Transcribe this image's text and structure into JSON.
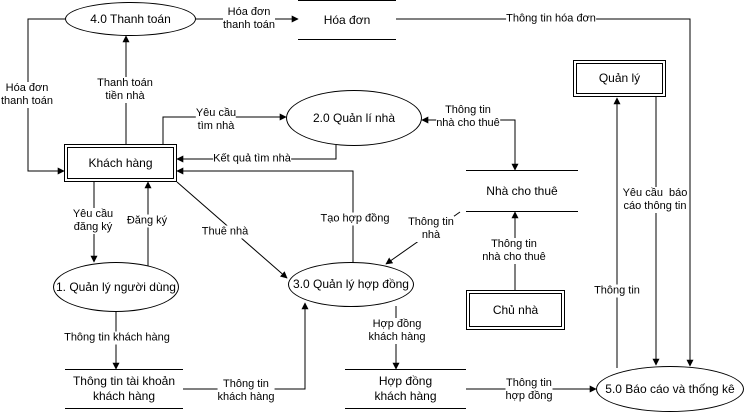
{
  "nodes": {
    "thanh_toan": "4.0 Thanh toán",
    "hoa_don": "Hóa đơn",
    "quan_ly": "Quản lý",
    "quan_li_nha": "2.0 Quản lí nhà",
    "khach_hang": "Khách hàng",
    "nha_cho_thue": "Nhà cho thuê",
    "quan_ly_nguoi_dung": "1. Quản lý người dùng",
    "quan_ly_hop_dong": "3.0 Quản lý hợp đồng",
    "chu_nha": "Chủ nhà",
    "tai_khoan_kh": "Thông tin tài khoản\nkhách hàng",
    "hop_dong_kh": "Hợp đồng\nkhách hàng",
    "bao_cao": "5.0 Báo cáo và thống kê"
  },
  "flows": {
    "hoa_don_thanh_toan_top": "Hóa đơn\nthanh toán",
    "thong_tin_hoa_don": "Thông tin hóa đơn",
    "hoa_don_thanh_toan_left": "Hóa đơn\nthanh toán",
    "thanh_toan_tien_nha": "Thanh toán\ntiền nhà",
    "yeu_cau_tim_nha": "Yêu cầu\ntìm nhà",
    "ket_qua_tim_nha": "Kết quả tìm nhà",
    "thong_tin_nha_cho_thue_1": "Thông tin\nnhà cho thuê",
    "yeu_cau_dang_ky": "Yêu cầu\nđăng ký",
    "dang_ky": "Đăng ký",
    "thue_nha": "Thuê nhà",
    "tao_hop_dong": "Tạo hợp đồng",
    "thong_tin_nha": "Thông tin\nnhà",
    "thong_tin_nha_cho_thue_2": "Thông tin\nnhà cho thuê",
    "yeu_cau_bao_cao": "Yêu cầu  báo\ncáo thông tin",
    "thong_tin": "Thông tin",
    "thong_tin_khach_hang_1": "Thông tin khách hàng",
    "hop_dong_khach_hang": "Hợp đồng\nkhách hàng",
    "thong_tin_khach_hang_2": "Thông tin\nkhách hàng",
    "thong_tin_hop_dong": "Thông tin\nhợp đồng"
  }
}
